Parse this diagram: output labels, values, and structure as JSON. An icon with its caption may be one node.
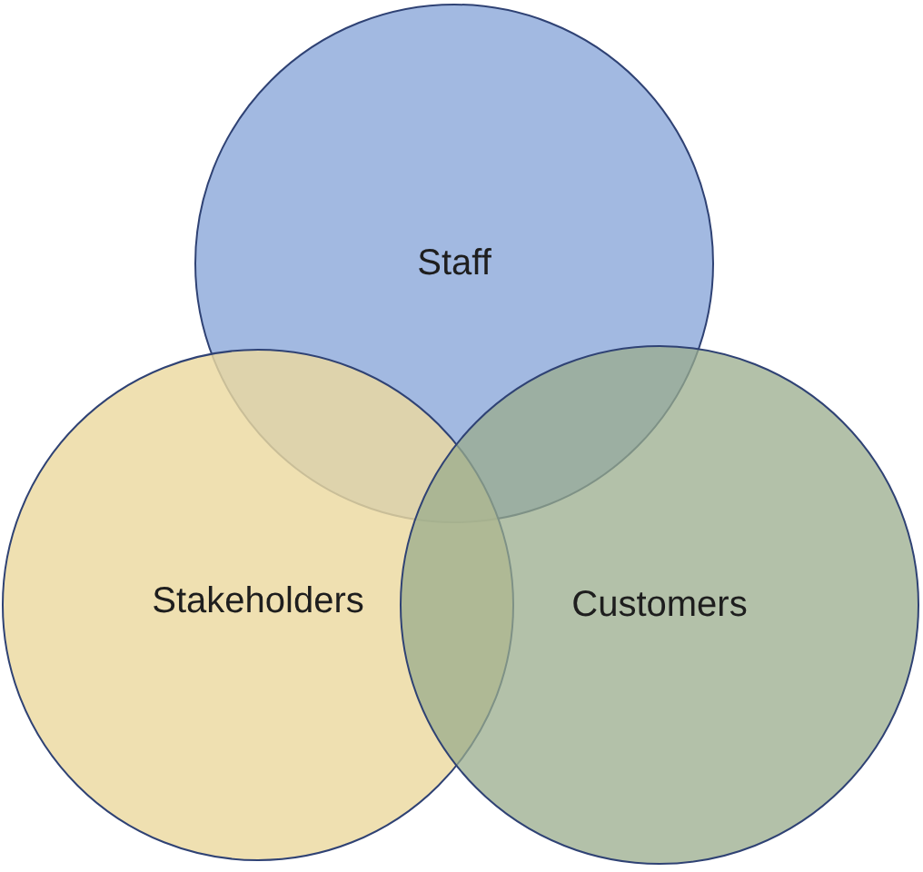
{
  "diagram": {
    "nodes": [
      {
        "text": [
          "Staff"
        ]
      },
      {
        "text": [
          "Stakeholders"
        ]
      },
      {
        "text": [
          "Customers"
        ]
      }
    ]
  }
}
